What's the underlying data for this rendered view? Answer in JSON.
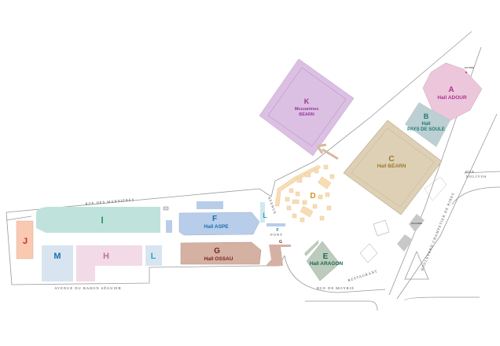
{
  "colors": {
    "I": "#bfe3dc",
    "J": "#f9c9b2",
    "M": "#d8e5f1",
    "H": "#f2dbe6",
    "L": "#d8e5f1",
    "F": "#b7cdea",
    "G": "#d5b1a3",
    "K": "#dbc0e3",
    "A": "#ecc7dc",
    "B": "#bccfd3",
    "C": "#ddd0b5",
    "D": "#f8ddb3",
    "E": "#bccbbc"
  },
  "halls": {
    "I": {
      "letter": "I"
    },
    "J": {
      "letter": "J"
    },
    "M": {
      "letter": "M"
    },
    "H": {
      "letter": "H"
    },
    "L1": {
      "letter": "L"
    },
    "L2": {
      "letter": "L"
    },
    "F": {
      "letter": "F",
      "name": "Hall ASPE"
    },
    "G": {
      "letter": "G",
      "name": "Hall OSSAU"
    },
    "K": {
      "letter": "K",
      "line1": "Mezzanines",
      "line2": "BÉARN"
    },
    "A": {
      "letter": "A",
      "name": "Hall ADOUR"
    },
    "B": {
      "letter": "B",
      "line1": "Hall",
      "line2": "PAYS DE SOULE"
    },
    "C": {
      "letter": "C",
      "name": "Hall BÉARN"
    },
    "D": {
      "letter": "D"
    },
    "E": {
      "letter": "E",
      "name": "Hall ARAGON"
    }
  },
  "bridge": {
    "f": "F",
    "pont": "PONT",
    "g": "G"
  },
  "streets": {
    "marnieres": "RUE DES MARNIÈRES",
    "baron": "AVENUE DU BARON SÉGUIER",
    "avenue": "AVENUE",
    "moyrie": "RUE DE MOYRIE",
    "restaurant": "RESTAURANT",
    "boulevard": "BOULEVARD CHAMPETIER DE RIBES",
    "nolivos1": "RUE",
    "nolivos2": "NOLIVOS",
    "entree": "ENTRÉE",
    "navarre": "NAVARRE"
  }
}
